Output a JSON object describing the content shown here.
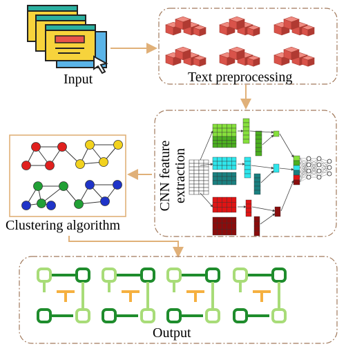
{
  "labels": {
    "input": "Input",
    "text_preprocessing": "Text preprocessing",
    "cnn_line1": "CNN feature",
    "cnn_line2": "extraction",
    "clustering": "Clustering algorithm",
    "output": "Output"
  },
  "colors": {
    "box_border": "#a0785a",
    "arrow": "#e0b078",
    "cube_red": "#d9534a",
    "doc_yellow": "#f7d33c",
    "doc_teal": "#2bb0a0",
    "doc_red": "#e8534a",
    "doc_blue": "#5ab4e8",
    "node_red": "#e0201e",
    "node_yellow": "#f2d21e",
    "node_green": "#21a035",
    "node_blue": "#1f34c8",
    "fmap_green": "#86e03c",
    "fmap_cyan": "#2fe6ec",
    "fmap_red": "#e01414",
    "fmap_teal": "#1a8080",
    "fmap_maroon": "#8a0c0c",
    "out_dark": "#1e8c2c",
    "out_light": "#a8dc78",
    "out_orange": "#f5b040"
  }
}
